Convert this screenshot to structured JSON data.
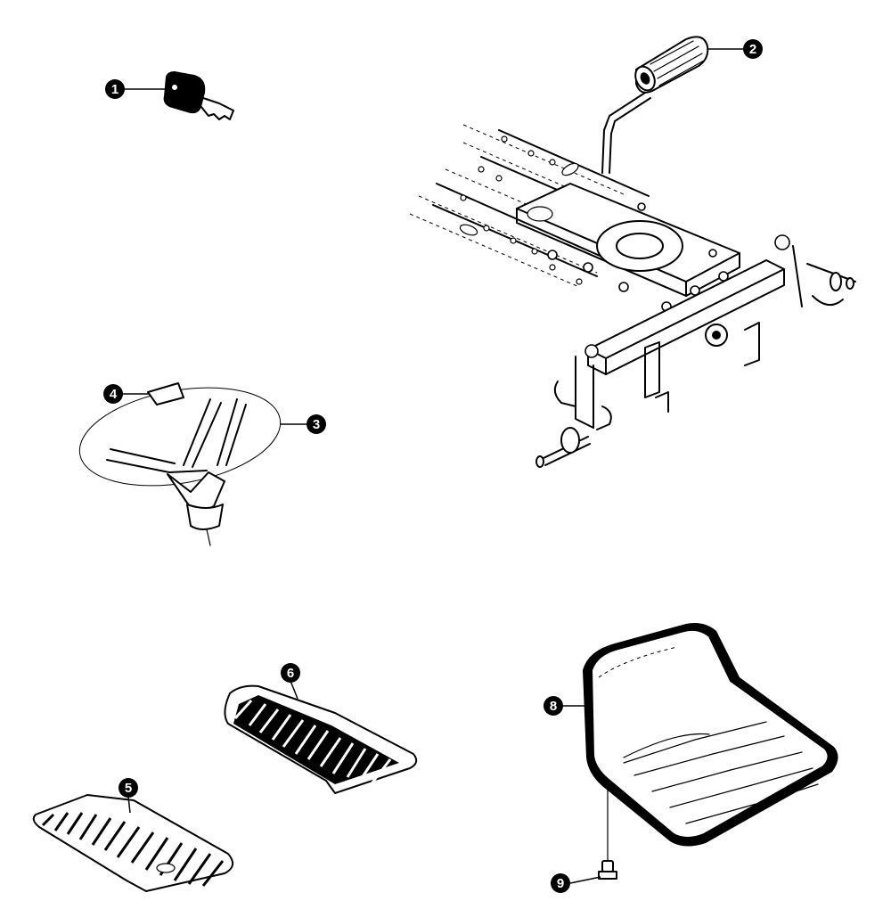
{
  "callouts": [
    {
      "id": "1",
      "label": "1"
    },
    {
      "id": "2",
      "label": "2"
    },
    {
      "id": "3",
      "label": "3"
    },
    {
      "id": "4",
      "label": "4"
    },
    {
      "id": "5",
      "label": "5"
    },
    {
      "id": "6",
      "label": "6"
    },
    {
      "id": "8",
      "label": "8"
    },
    {
      "id": "9",
      "label": "9"
    }
  ]
}
